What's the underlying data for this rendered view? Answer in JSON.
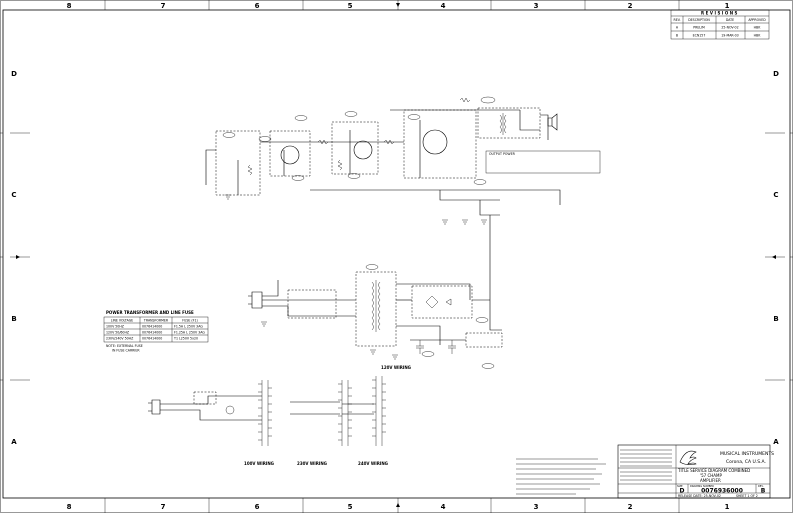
{
  "grid": {
    "columns": [
      "8",
      "7",
      "6",
      "5",
      "4",
      "3",
      "2",
      "1"
    ],
    "rows": [
      "D",
      "C",
      "B",
      "A"
    ]
  },
  "revisions": {
    "title": "REVISIONS",
    "headers": [
      "REV.",
      "DESCRIPTION",
      "DATE",
      "APPROVED"
    ],
    "rows": [
      [
        "A",
        "PRELIM",
        "25-NOV-02",
        "HBK"
      ],
      [
        "B",
        "ECN157",
        "19-MAR-03",
        "HBK"
      ]
    ]
  },
  "fuse_table": {
    "title": "POWER TRANSFORMER AND LINE FUSE",
    "headers": [
      "LINE VOLTAGE",
      "TRANSFORMER",
      "FUSE (F1)"
    ],
    "rows": [
      [
        "100V 50HZ",
        "0076414000",
        "F1.5A L 250V 3AG"
      ],
      [
        "120V 50/60HZ",
        "0076414000",
        "F1.25A L 250V 3AG"
      ],
      [
        "230V/240V 50HZ",
        "0076414000",
        "T1 L250V 5x20"
      ]
    ],
    "note_line1": "NOTE: EXTERNAL FUSE",
    "note_line2": "IN FUSE CARRIER"
  },
  "wiring_labels": {
    "main": "120V WIRING",
    "v100": "100V WIRING",
    "v230": "230V WIRING",
    "v240": "240V WIRING"
  },
  "output_power_note": {
    "line1": "OUTPUT POWER",
    "line2": "",
    "line3": "",
    "line4": ""
  },
  "title_block": {
    "company": "MUSICAL INSTRUMENTS",
    "location": "Corona, CA  U.S.A.",
    "title_line1": "TITLE SERVICE DIAGRAM COMBINED",
    "title_line2": "'57 CHAMP",
    "title_line3": "AMPLIFIER",
    "size_label": "SIZE",
    "drawing_number_label": "DRAWING NUMBER",
    "rev_label": "REV.",
    "size": "D",
    "drawing_number": "0076936000",
    "rev": "B",
    "release_date": "RELEASE DATE: 25-NOV-02",
    "sheet": "SHEET 1   OF 2"
  }
}
